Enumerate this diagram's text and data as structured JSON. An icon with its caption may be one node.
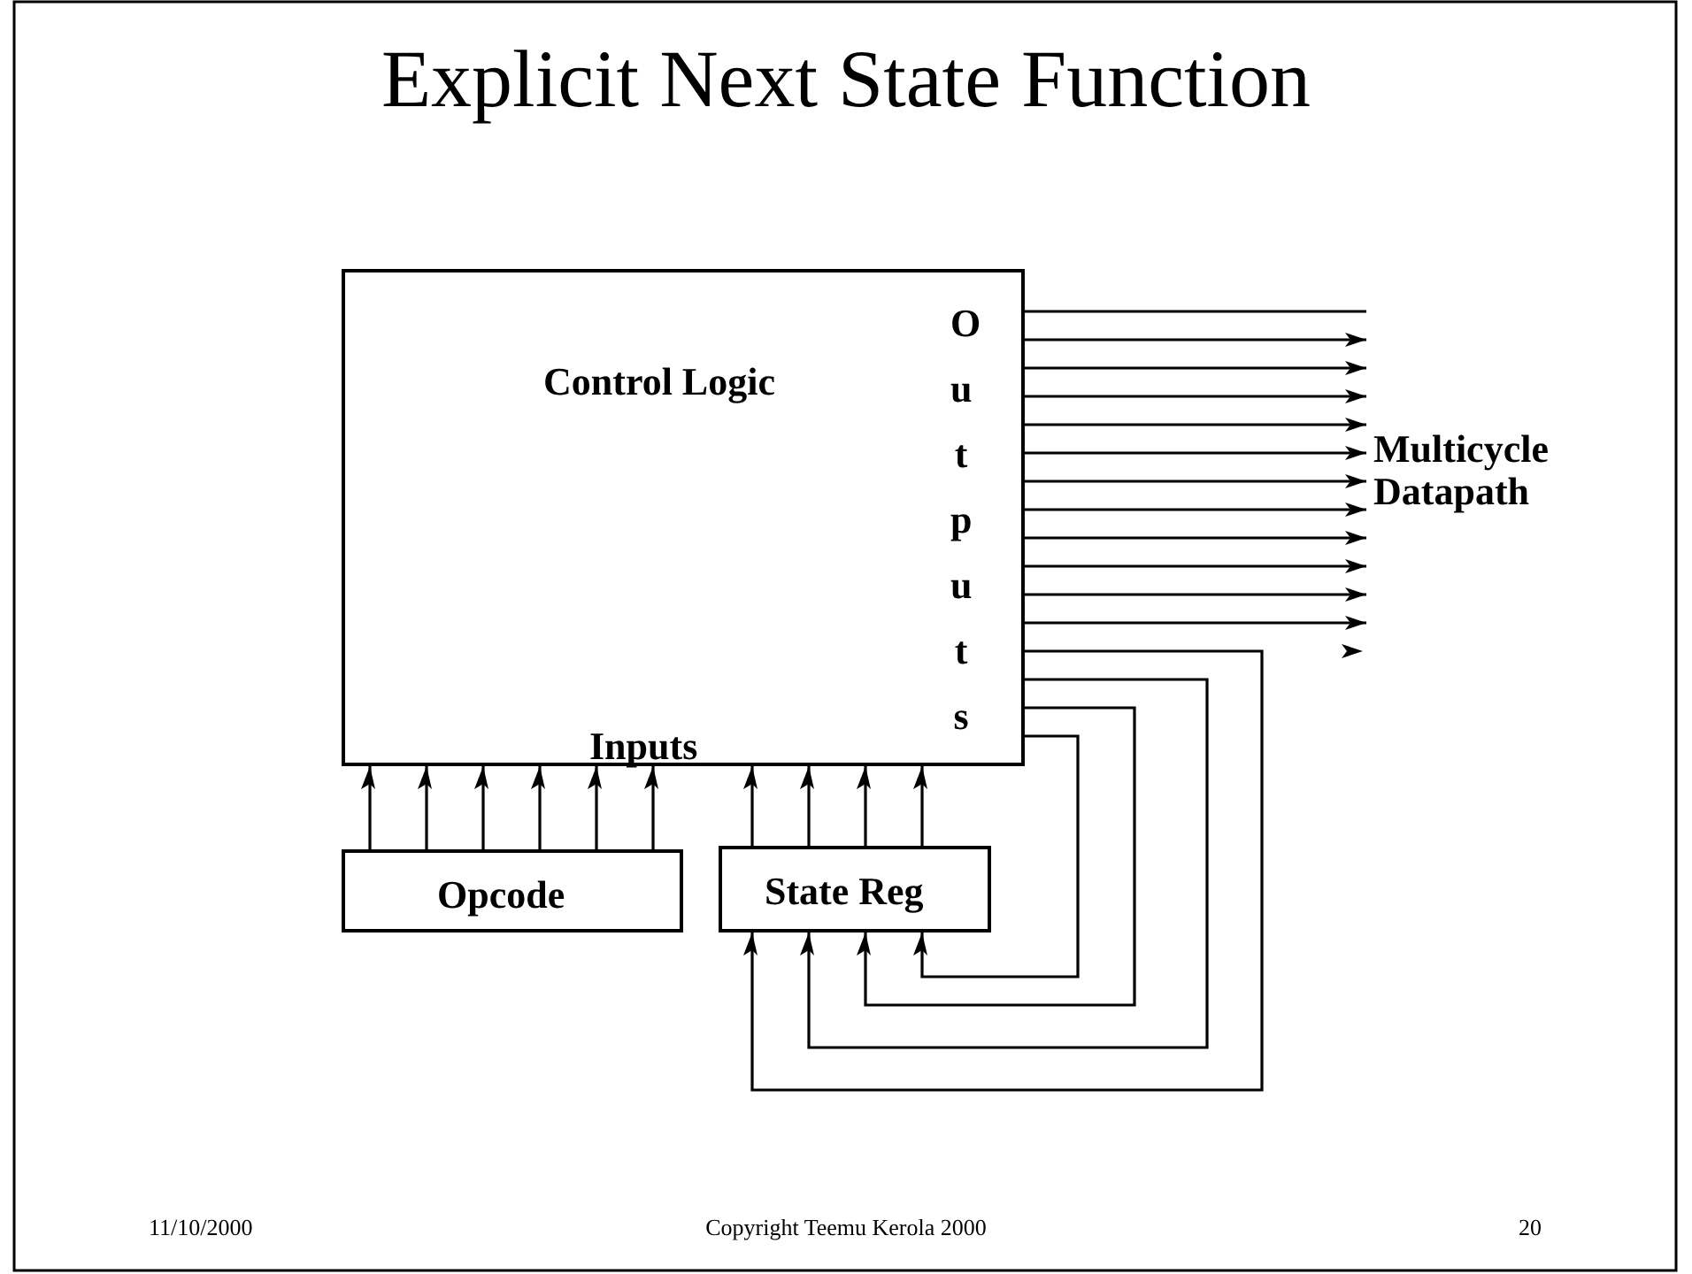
{
  "diagram": {
    "title": "Explicit Next State Function",
    "nodes": [
      {
        "text": [
          "Control Logic",
          "Inputs",
          "Outputs"
        ]
      },
      {
        "text": [
          "Opcode"
        ]
      },
      {
        "text": [
          "State Reg"
        ]
      },
      {
        "text": [
          "Multicycle Datapath"
        ]
      }
    ],
    "edges": [
      {
        "from": 1,
        "to": 0,
        "arrow": "to"
      },
      {
        "from": 1,
        "to": 0,
        "arrow": "to"
      },
      {
        "from": 1,
        "to": 0,
        "arrow": "to"
      },
      {
        "from": 1,
        "to": 0,
        "arrow": "to"
      },
      {
        "from": 1,
        "to": 0,
        "arrow": "to"
      },
      {
        "from": 1,
        "to": 0,
        "arrow": "to"
      },
      {
        "from": 2,
        "to": 0,
        "arrow": "to"
      },
      {
        "from": 2,
        "to": 0,
        "arrow": "to"
      },
      {
        "from": 2,
        "to": 0,
        "arrow": "to"
      },
      {
        "from": 2,
        "to": 0,
        "arrow": "to"
      },
      {
        "from": 0,
        "to": 3,
        "arrow": "none"
      },
      {
        "from": 0,
        "to": 3,
        "arrow": "to"
      },
      {
        "from": 0,
        "to": 3,
        "arrow": "to"
      },
      {
        "from": 0,
        "to": 3,
        "arrow": "to"
      },
      {
        "from": 0,
        "to": 3,
        "arrow": "to"
      },
      {
        "from": 0,
        "to": 3,
        "arrow": "to"
      },
      {
        "from": 0,
        "to": 3,
        "arrow": "to"
      },
      {
        "from": 0,
        "to": 3,
        "arrow": "to"
      },
      {
        "from": 0,
        "to": 3,
        "arrow": "to"
      },
      {
        "from": 0,
        "to": 3,
        "arrow": "to"
      },
      {
        "from": 0,
        "to": 3,
        "arrow": "to"
      },
      {
        "from": 0,
        "to": 3,
        "arrow": "to"
      },
      {
        "from": 0,
        "to": 2,
        "arrow": "to"
      },
      {
        "from": 0,
        "to": 2,
        "arrow": "to"
      },
      {
        "from": 0,
        "to": 2,
        "arrow": "to"
      },
      {
        "from": 0,
        "to": 2,
        "arrow": "to"
      }
    ],
    "labels": [
      "11/10/2000",
      "Copyright Teemu Kerola 2000",
      "20"
    ]
  }
}
